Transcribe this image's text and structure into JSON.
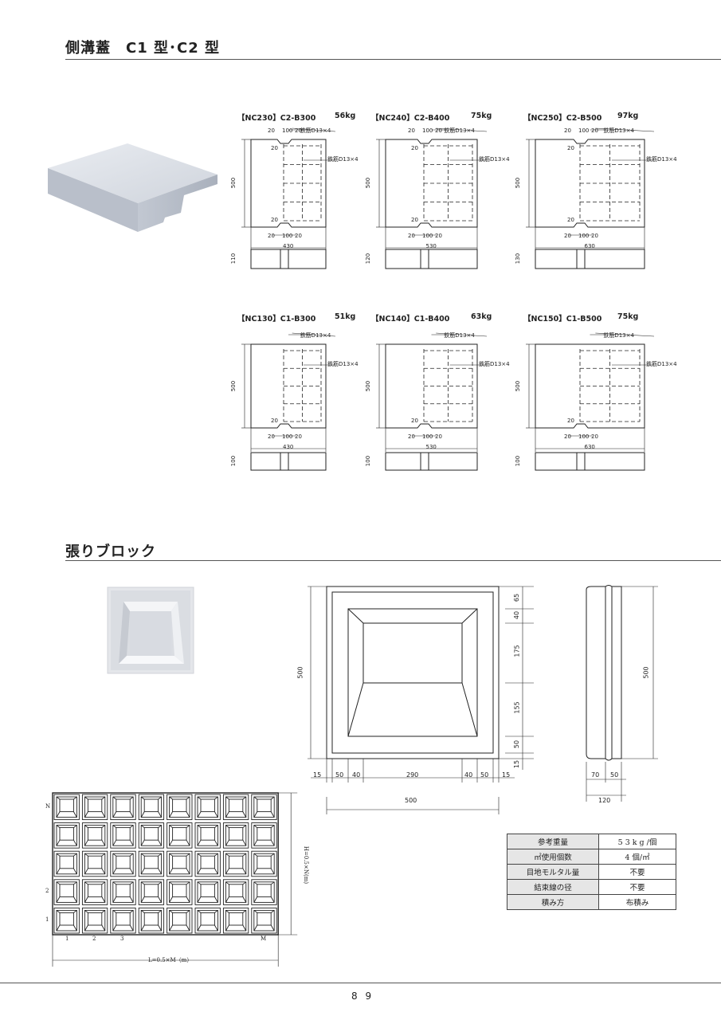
{
  "section1": {
    "title": "側溝蓋　C1 型･C2 型",
    "drawings": [
      {
        "id": "nc230",
        "caption": "【NC230】C2-B300",
        "weight": "56kg",
        "width": "430",
        "height": "500",
        "thick": "110",
        "type": "C2"
      },
      {
        "id": "nc240",
        "caption": "【NC240】C2-B400",
        "weight": "75kg",
        "width": "530",
        "height": "500",
        "thick": "120",
        "type": "C2"
      },
      {
        "id": "nc250",
        "caption": "【NC250】C2-B500",
        "weight": "97kg",
        "width": "630",
        "height": "500",
        "thick": "130",
        "type": "C2"
      },
      {
        "id": "nc130",
        "caption": "【NC130】C1-B300",
        "weight": "51kg",
        "width": "430",
        "height": "500",
        "thick": "100",
        "type": "C1"
      },
      {
        "id": "nc140",
        "caption": "【NC140】C1-B400",
        "weight": "63kg",
        "width": "530",
        "height": "500",
        "thick": "100",
        "type": "C1"
      },
      {
        "id": "nc150",
        "caption": "【NC150】C1-B500",
        "weight": "75kg",
        "width": "630",
        "height": "500",
        "thick": "100",
        "type": "C1"
      }
    ],
    "rebar_label": "鉄筋D13×4",
    "dim20": "20",
    "dim100": "100"
  },
  "section2": {
    "title": "張りブロック",
    "front": {
      "height": "500",
      "width": "500",
      "bottom_dims": [
        "15",
        "50",
        "40",
        "290",
        "40",
        "50",
        "15"
      ],
      "right_dims": [
        "65",
        "40",
        "175",
        "155",
        "50",
        "15"
      ]
    },
    "side": {
      "height": "500",
      "dims": [
        "70",
        "50"
      ],
      "width": "120"
    },
    "layout": {
      "row_labels": [
        "N",
        "2",
        "1"
      ],
      "col_labels": [
        "1",
        "2",
        "3",
        "M"
      ],
      "height_label": "H=0.5×N(m)",
      "width_label": "L=0.5×M（m）"
    },
    "spec_table": [
      {
        "key": "参考重量",
        "value": "5 3 k g /個"
      },
      {
        "key": "㎡使用個数",
        "value": "4 個/㎡"
      },
      {
        "key": "目地モルタル量",
        "value": "不要"
      },
      {
        "key": "結束線の径",
        "value": "不要"
      },
      {
        "key": "積み方",
        "value": "布積み"
      }
    ]
  },
  "page_number": "8 9"
}
